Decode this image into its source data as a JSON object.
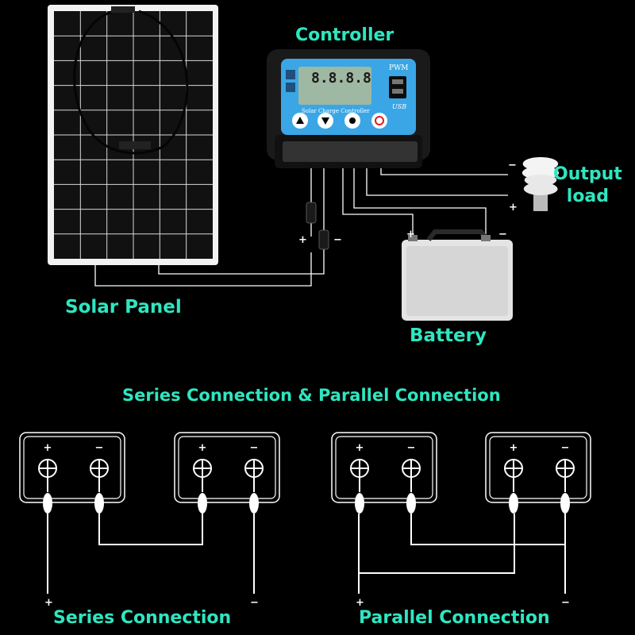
{
  "labels": {
    "controller": "Controller",
    "output_load": "Output\nload",
    "output_line1": "Output",
    "output_line2": "load",
    "solar_panel": "Solar Panel",
    "battery": "Battery",
    "section_title": "Series Connection & Parallel Connection",
    "series": "Series Connection",
    "parallel": "Parallel Connection"
  },
  "controller": {
    "mode": "PWM",
    "subtitle": "Solar Charge Controller",
    "usb": "USB",
    "display": "8.8.8.8"
  },
  "symbols": {
    "plus": "+",
    "minus": "−"
  },
  "colors": {
    "label": "#2ee6c0",
    "wire": "#ffffff",
    "background": "#000000",
    "controller_face": "#3aa6e6"
  }
}
